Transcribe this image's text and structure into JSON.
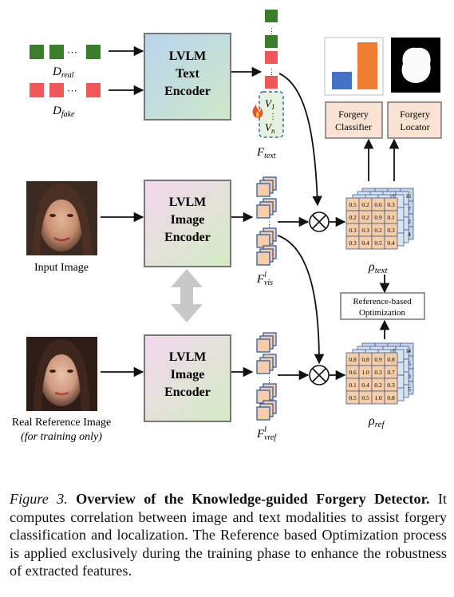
{
  "inputs": {
    "d_real": "D",
    "d_real_sub": "real",
    "d_fake": "D",
    "d_fake_sub": "fake",
    "ellipsis": "···"
  },
  "encoders": {
    "text": [
      "LVLM",
      "Text",
      "Encoder"
    ],
    "image_top": [
      "LVLM",
      "Image",
      "Encoder"
    ],
    "image_bottom": [
      "LVLM",
      "Image",
      "Encoder"
    ]
  },
  "images": {
    "input_label": "Input Image",
    "reference_label": "Real Reference Image",
    "reference_note": "(for training only)"
  },
  "features": {
    "text": "F",
    "text_sub": "text",
    "vis": "F",
    "vis_sup": "l",
    "vis_sub": "vis",
    "vref": "F",
    "vref_sup": "l",
    "vref_sub": "vref",
    "v1": "V",
    "v1_sub": "1",
    "vn": "V",
    "vn_sub": "n"
  },
  "heads": {
    "classifier": [
      "Forgery",
      "Classifier"
    ],
    "locator": [
      "Forgery",
      "Locator"
    ]
  },
  "optimization": [
    "Reference-based",
    "Optimization"
  ],
  "maps": {
    "text_label": "ρ",
    "text_sub": "text",
    "ref_label": "ρ",
    "ref_sub": "ref",
    "text_matrix": [
      [
        "0.5",
        "0.2",
        "0.6",
        "0.3"
      ],
      [
        "0.2",
        "0.2",
        "0.9",
        "0.1"
      ],
      [
        "0.3",
        "0.3",
        "0.2",
        "0.3"
      ],
      [
        "0.3",
        "0.4",
        "0.5",
        "0.4"
      ]
    ],
    "text_side": [
      "6",
      "7",
      "2",
      "4"
    ],
    "text_back_top": [
      "6",
      "1"
    ],
    "ref_matrix": [
      [
        "0.8",
        "0.8",
        "0.9",
        "0.8"
      ],
      [
        "0.6",
        "1.0",
        "0.3",
        "0.7"
      ],
      [
        "0.1",
        "0.4",
        "0.2",
        "0.3"
      ],
      [
        "0.5",
        "0.5",
        "1.0",
        "0.8"
      ]
    ],
    "ref_side": [
      "4",
      "5",
      "3",
      "5"
    ],
    "ref_back_top": [
      "6",
      "1"
    ]
  },
  "colors": {
    "green": "#3b7d2a",
    "red": "#f0575a",
    "bar_blue": "#4472c4",
    "bar_orange": "#ed7d31",
    "matrix_fill": "#f6cda6",
    "feature_fill": "#f6cda6",
    "feature_stack": "#2f5fa8",
    "head_fill": "#fbe3d4"
  },
  "caption": {
    "fig_label": "Figure 3.",
    "title": "Overview of the Knowledge-guided Forgery Detector.",
    "body": "It computes correlation between image and text modalities to assist forgery classification and localization. The Reference based Optimization process is applied exclusively during the training phase to enhance the robustness of extracted features."
  }
}
